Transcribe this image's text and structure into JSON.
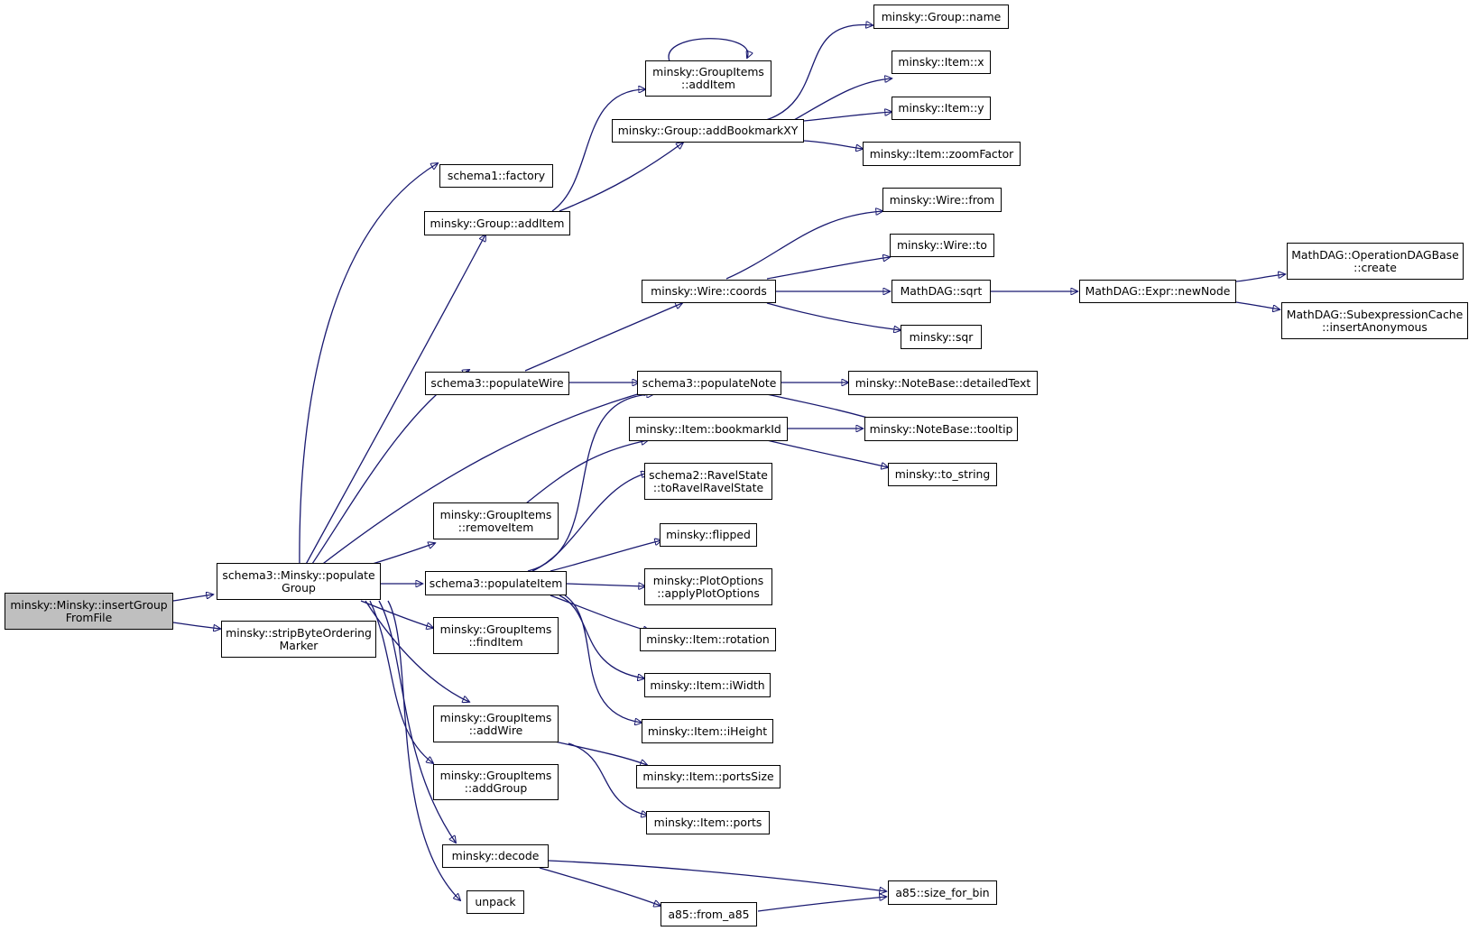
{
  "colors": {
    "edge": "#191970",
    "node_border": "#000000",
    "node_fill": "#ffffff",
    "root_fill": "#bfbfbf"
  },
  "nodes": {
    "root": "minsky::Minsky::insertGroup\nFromFile",
    "populate_group": "schema3::Minsky::populate\nGroup",
    "strip_bom": "minsky::stripByteOrdering\nMarker",
    "factory": "schema1::factory",
    "group_add_item": "minsky::Group::addItem",
    "populate_wire": "schema3::populateWire",
    "remove_item": "minsky::GroupItems\n::removeItem",
    "populate_item": "schema3::populateItem",
    "find_item": "minsky::GroupItems\n::findItem",
    "add_wire": "minsky::GroupItems\n::addWire",
    "add_group": "minsky::GroupItems\n::addGroup",
    "decode": "minsky::decode",
    "unpack": "unpack",
    "gi_add_item": "minsky::GroupItems\n::addItem",
    "add_bookmark_xy": "minsky::Group::addBookmarkXY",
    "wire_coords": "minsky::Wire::coords",
    "populate_note": "schema3::populateNote",
    "bookmark_id": "minsky::Item::bookmarkId",
    "to_ravel": "schema2::RavelState\n::toRavelRavelState",
    "flipped": "minsky::flipped",
    "apply_plot_options": "minsky::PlotOptions\n::applyPlotOptions",
    "rotation": "minsky::Item::rotation",
    "iwidth": "minsky::Item::iWidth",
    "iheight": "minsky::Item::iHeight",
    "ports_size": "minsky::Item::portsSize",
    "ports": "minsky::Item::ports",
    "from_a85": "a85::from_a85",
    "group_name": "minsky::Group::name",
    "item_x": "minsky::Item::x",
    "item_y": "minsky::Item::y",
    "zoom_factor": "minsky::Item::zoomFactor",
    "wire_from": "minsky::Wire::from",
    "wire_to": "minsky::Wire::to",
    "mathdag_sqrt": "MathDAG::sqrt",
    "sqr": "minsky::sqr",
    "detailed_text": "minsky::NoteBase::detailedText",
    "tooltip": "minsky::NoteBase::tooltip",
    "to_string": "minsky::to_string",
    "size_for_bin": "a85::size_for_bin",
    "new_node": "MathDAG::Expr::newNode",
    "dag_create": "MathDAG::OperationDAGBase\n::create",
    "insert_anonymous": "MathDAG::SubexpressionCache\n::insertAnonymous"
  }
}
